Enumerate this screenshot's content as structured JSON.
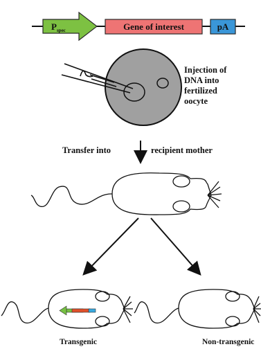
{
  "construct": {
    "promoter": "P",
    "promoter_subscript": "spec",
    "gene": "Gene of interest",
    "polya": "pA",
    "colors": {
      "promoter": "#7dc142",
      "gene": "#ee7474",
      "polya": "#3a96d8"
    }
  },
  "injection": {
    "lines": [
      "Injection of",
      "DNA into",
      "fertilized",
      "oocyte"
    ]
  },
  "transfer": {
    "left": "Transfer into",
    "right": "recipient mother"
  },
  "offspring": {
    "transgenic": "Transgenic",
    "non_transgenic": "Non-transgenic"
  },
  "transgene_marker": {
    "colors": [
      "#39a9df",
      "#e0502a",
      "#76c043"
    ]
  }
}
